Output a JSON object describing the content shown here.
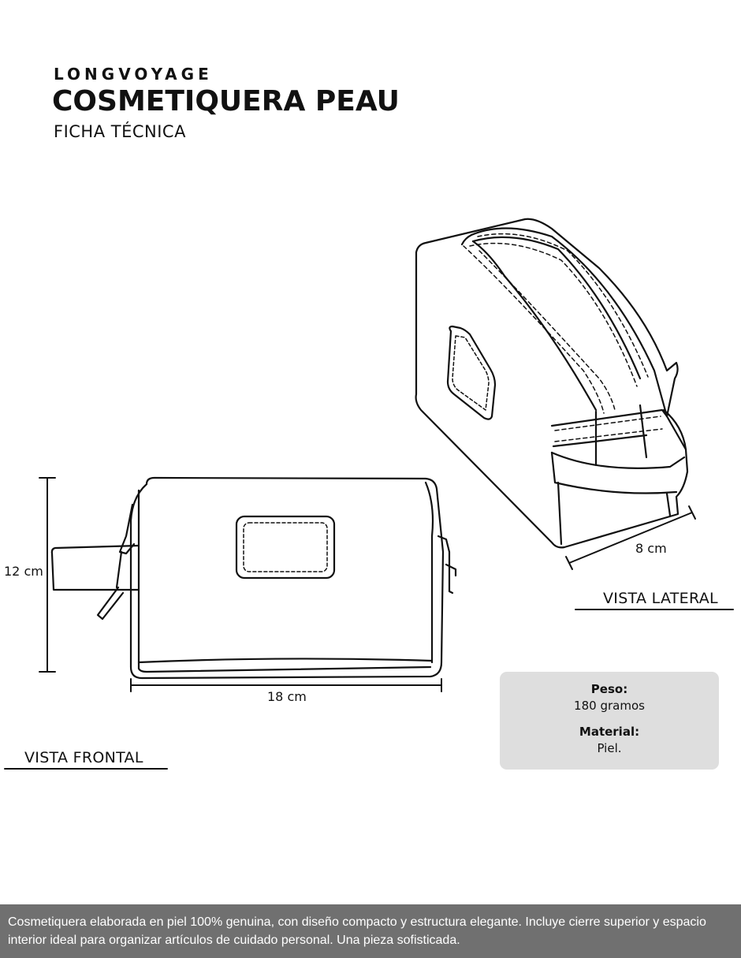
{
  "header": {
    "brand": "LONGVOYAGE",
    "title": "COSMETIQUERA PEAU",
    "subtitle": "FICHA TÉCNICA"
  },
  "front_view": {
    "label": "VISTA FRONTAL",
    "height_label": "12 cm",
    "width_label": "18 cm"
  },
  "side_view": {
    "label": "VISTA LATERAL",
    "depth_label": "8 cm"
  },
  "specs": {
    "weight_label": "Peso:",
    "weight_value": "180 gramos",
    "material_label": "Material:",
    "material_value": "Piel."
  },
  "description": "Cosmetiquera elaborada en piel 100% genuina, con diseño compacto y estructura elegante. Incluye cierre superior y espacio interior ideal para organizar artículos de cuidado personal. Una pieza sofisticada.",
  "colors": {
    "line": "#111111",
    "spec_box_bg": "#dedede",
    "description_bg": "#707070"
  }
}
